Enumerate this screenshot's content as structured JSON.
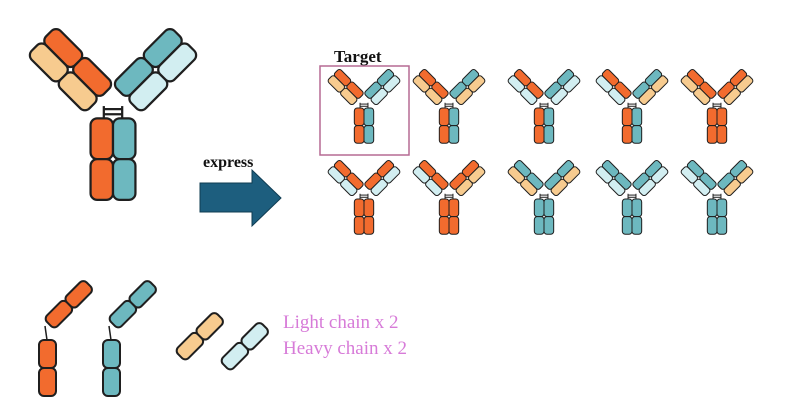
{
  "colors": {
    "heavy_orange": "#F26B2E",
    "heavy_teal": "#6DB8BF",
    "light_peach": "#F7CB8F",
    "light_cyan": "#D2EEF1",
    "outline": "#1f1f1f",
    "target_box": "#B56A93",
    "arrow": "#1D5E7E",
    "legend_text": "#D77BD8"
  },
  "labels": {
    "express": "express",
    "target": "Target"
  },
  "legend": {
    "light_chain": "Light chain x 2",
    "heavy_chain": "Heavy chain x 2"
  },
  "parent_antibody": {
    "left_heavy": "heavy_orange",
    "left_light": "light_peach",
    "right_heavy": "heavy_teal",
    "right_light": "light_cyan",
    "stem_left": "heavy_orange",
    "stem_right": "heavy_teal"
  },
  "products": [
    {
      "id": "target",
      "is_target": true,
      "left_heavy": "heavy_orange",
      "left_light": "light_peach",
      "right_heavy": "heavy_teal",
      "right_light": "light_cyan",
      "stem_left": "heavy_orange",
      "stem_right": "heavy_teal"
    },
    {
      "id": "p2",
      "is_target": false,
      "left_heavy": "heavy_orange",
      "left_light": "light_peach",
      "right_heavy": "heavy_teal",
      "right_light": "light_peach",
      "stem_left": "heavy_orange",
      "stem_right": "heavy_teal"
    },
    {
      "id": "p3",
      "is_target": false,
      "left_heavy": "heavy_orange",
      "left_light": "light_cyan",
      "right_heavy": "heavy_teal",
      "right_light": "light_cyan",
      "stem_left": "heavy_orange",
      "stem_right": "heavy_teal"
    },
    {
      "id": "p4",
      "is_target": false,
      "left_heavy": "heavy_orange",
      "left_light": "light_cyan",
      "right_heavy": "heavy_teal",
      "right_light": "light_peach",
      "stem_left": "heavy_orange",
      "stem_right": "heavy_teal"
    },
    {
      "id": "p5",
      "is_target": false,
      "left_heavy": "heavy_orange",
      "left_light": "light_peach",
      "right_heavy": "heavy_orange",
      "right_light": "light_peach",
      "stem_left": "heavy_orange",
      "stem_right": "heavy_orange"
    },
    {
      "id": "p6",
      "is_target": false,
      "left_heavy": "heavy_orange",
      "left_light": "light_cyan",
      "right_heavy": "heavy_orange",
      "right_light": "light_cyan",
      "stem_left": "heavy_orange",
      "stem_right": "heavy_orange"
    },
    {
      "id": "p7",
      "is_target": false,
      "left_heavy": "heavy_orange",
      "left_light": "light_cyan",
      "right_heavy": "heavy_orange",
      "right_light": "light_peach",
      "stem_left": "heavy_orange",
      "stem_right": "heavy_orange"
    },
    {
      "id": "p8",
      "is_target": false,
      "left_heavy": "heavy_teal",
      "left_light": "light_peach",
      "right_heavy": "heavy_teal",
      "right_light": "light_peach",
      "stem_left": "heavy_teal",
      "stem_right": "heavy_teal"
    },
    {
      "id": "p9",
      "is_target": false,
      "left_heavy": "heavy_teal",
      "left_light": "light_cyan",
      "right_heavy": "heavy_teal",
      "right_light": "light_cyan",
      "stem_left": "heavy_teal",
      "stem_right": "heavy_teal"
    },
    {
      "id": "p10",
      "is_target": false,
      "left_heavy": "heavy_teal",
      "left_light": "light_cyan",
      "right_heavy": "heavy_teal",
      "right_light": "light_peach",
      "stem_left": "heavy_teal",
      "stem_right": "heavy_teal"
    }
  ],
  "chains": [
    {
      "id": "heavy-chain-orange",
      "type": "heavy",
      "color": "heavy_orange"
    },
    {
      "id": "heavy-chain-teal",
      "type": "heavy",
      "color": "heavy_teal"
    },
    {
      "id": "light-chain-peach",
      "type": "light",
      "color": "light_peach"
    },
    {
      "id": "light-chain-cyan",
      "type": "light",
      "color": "light_cyan"
    }
  ]
}
